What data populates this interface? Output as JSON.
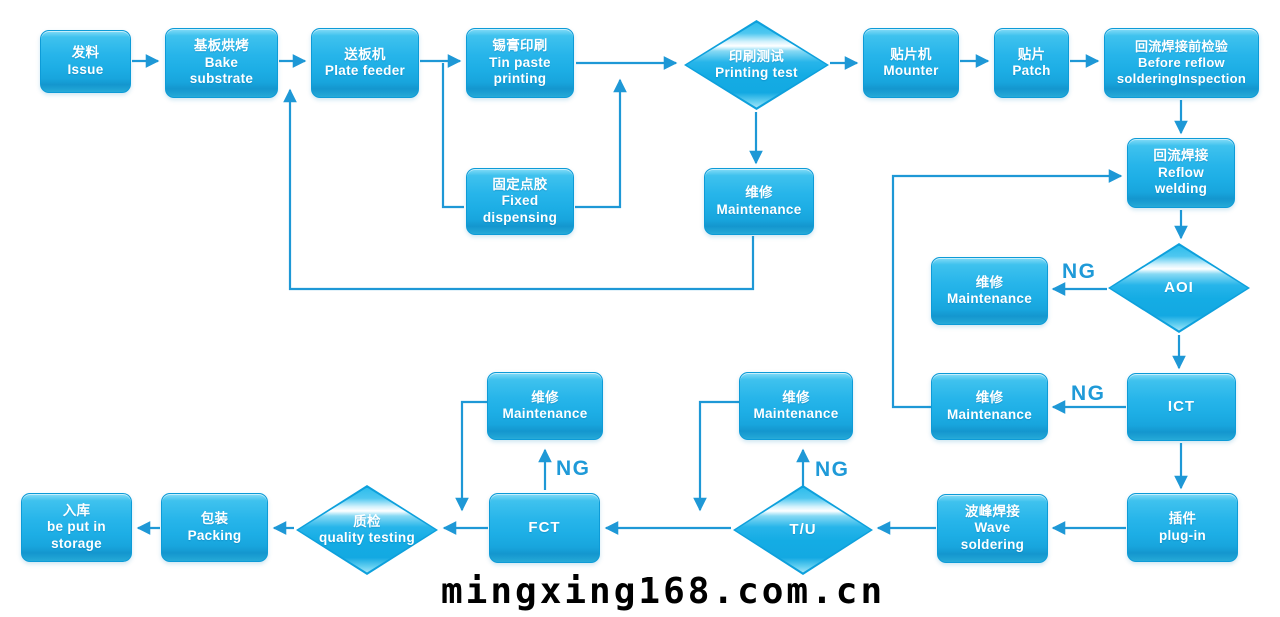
{
  "watermark": "mingxing168.com.cn",
  "labels": {
    "ng": "NG"
  },
  "colors": {
    "node_fill": "#1fb3e9",
    "node_fill_light": "#85dcf7",
    "node_fill_dark": "#1496ce",
    "node_border": "#0d9bd7",
    "connector": "#1e98d6",
    "ng_text": "#1f9ad8",
    "node_text": "#ffffff",
    "watermark_text": "#000000"
  },
  "nodes": {
    "issue": {
      "l1": "发料",
      "l2": "Issue"
    },
    "bake": {
      "l1": "基板烘烤",
      "l2": "Bake",
      "l3": "substrate"
    },
    "plate_feeder": {
      "l1": "送板机",
      "l2": "Plate feeder"
    },
    "tin_paste": {
      "l1": "锡膏印刷",
      "l2": "Tin paste",
      "l3": "printing"
    },
    "printing_test": {
      "l1": "印刷测试",
      "l2": "Printing test"
    },
    "mounter": {
      "l1": "贴片机",
      "l2": "Mounter"
    },
    "patch": {
      "l1": "贴片",
      "l2": "Patch"
    },
    "before_reflow": {
      "l1": "回流焊接前检验",
      "l2": "Before reflow",
      "l3": "solderingInspection"
    },
    "fixed_dispensing": {
      "l1": "固定点胶",
      "l2": "Fixed",
      "l3": "dispensing"
    },
    "maintenance_printing": {
      "l1": "维修",
      "l2": "Maintenance"
    },
    "reflow_welding": {
      "l1": "回流焊接",
      "l2": "Reflow",
      "l3": "welding"
    },
    "aoi": {
      "l1": "AOI"
    },
    "maintenance_aoi": {
      "l1": "维修",
      "l2": "Maintenance"
    },
    "ict": {
      "l1": "ICT"
    },
    "maintenance_ict": {
      "l1": "维修",
      "l2": "Maintenance"
    },
    "plug_in": {
      "l1": "插件",
      "l2": "plug-in"
    },
    "wave_soldering": {
      "l1": "波峰焊接",
      "l2": "Wave",
      "l3": "soldering"
    },
    "tu": {
      "l1": "T/U"
    },
    "maintenance_tu": {
      "l1": "维修",
      "l2": "Maintenance"
    },
    "fct": {
      "l1": "FCT"
    },
    "maintenance_fct": {
      "l1": "维修",
      "l2": "Maintenance"
    },
    "quality_testing": {
      "l1": "质检",
      "l2": "quality testing"
    },
    "packing": {
      "l1": "包装",
      "l2": "Packing"
    },
    "storage": {
      "l1": "入库",
      "l2": "be put in",
      "l3": "storage"
    }
  }
}
